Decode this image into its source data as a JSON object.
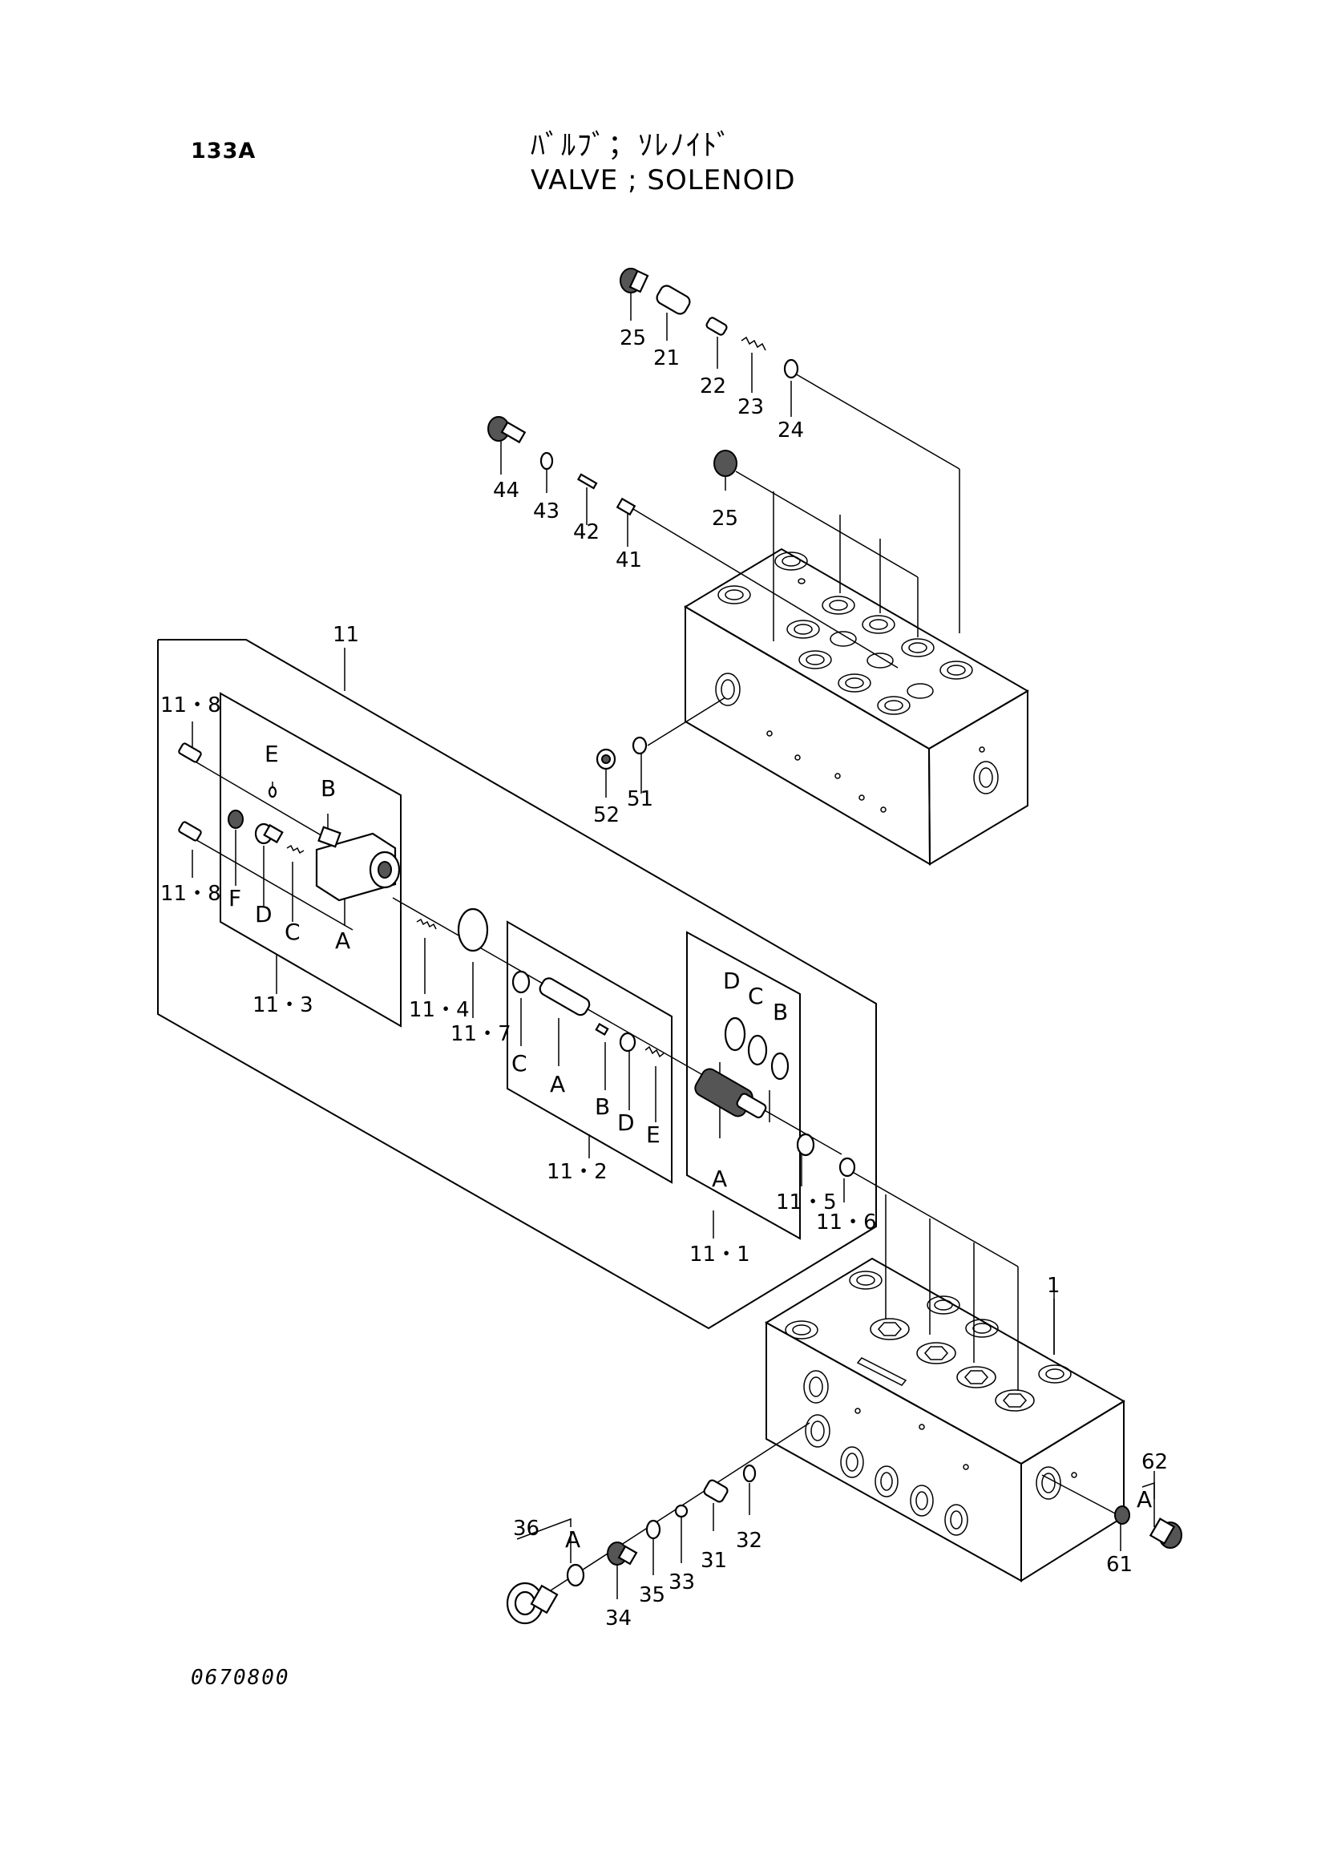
{
  "header": {
    "page_number": "133A",
    "title_jp": "ﾊﾞﾙﾌﾞ；ｿﾚﾉｲﾄﾞ",
    "title_en": "VALVE ; SOLENOID"
  },
  "footer": {
    "drawing_code": "0670800"
  },
  "callouts": {
    "c1": "1",
    "c11": "11",
    "c11_1": "11・1",
    "c11_2": "11・2",
    "c11_3": "11・3",
    "c11_4": "11・4",
    "c11_5": "11・5",
    "c11_6": "11・6",
    "c11_7": "11・7",
    "c11_8a": "11・8",
    "c11_8b": "11・8",
    "c21": "21",
    "c22": "22",
    "c23": "23",
    "c24": "24",
    "c25a": "25",
    "c25b": "25",
    "c31": "31",
    "c32": "32",
    "c33": "33",
    "c34": "34",
    "c35": "35",
    "c36": "36",
    "c41": "41",
    "c42": "42",
    "c43": "43",
    "c44": "44",
    "c51": "51",
    "c52": "52",
    "c61": "61",
    "c62": "62"
  },
  "sub_labels": {
    "s3_E": "E",
    "s3_B": "B",
    "s3_F": "F",
    "s3_D": "D",
    "s3_C": "C",
    "s3_A": "A",
    "s2_C": "C",
    "s2_A": "A",
    "s2_B": "B",
    "s2_D": "D",
    "s2_E": "E",
    "s1_D": "D",
    "s1_C": "C",
    "s1_B": "B",
    "s1_A": "A",
    "g36_A": "A",
    "g62_A": "A"
  }
}
